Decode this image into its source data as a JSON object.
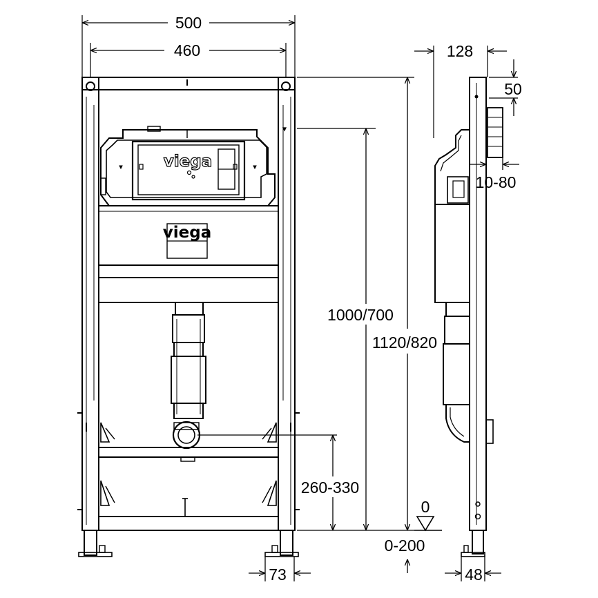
{
  "diagram": {
    "brand": "viega",
    "dimensions": {
      "overall_width": "500",
      "inner_width": "460",
      "side_depth": "128",
      "top_offset": "50",
      "wall_adjust": "10-80",
      "flush_height": "1000/700",
      "frame_height": "1120/820",
      "drain_height": "260-330",
      "zero_level": "0",
      "foot_adjust": "0-200",
      "foot_offset": "73",
      "foot_depth": "48"
    }
  }
}
